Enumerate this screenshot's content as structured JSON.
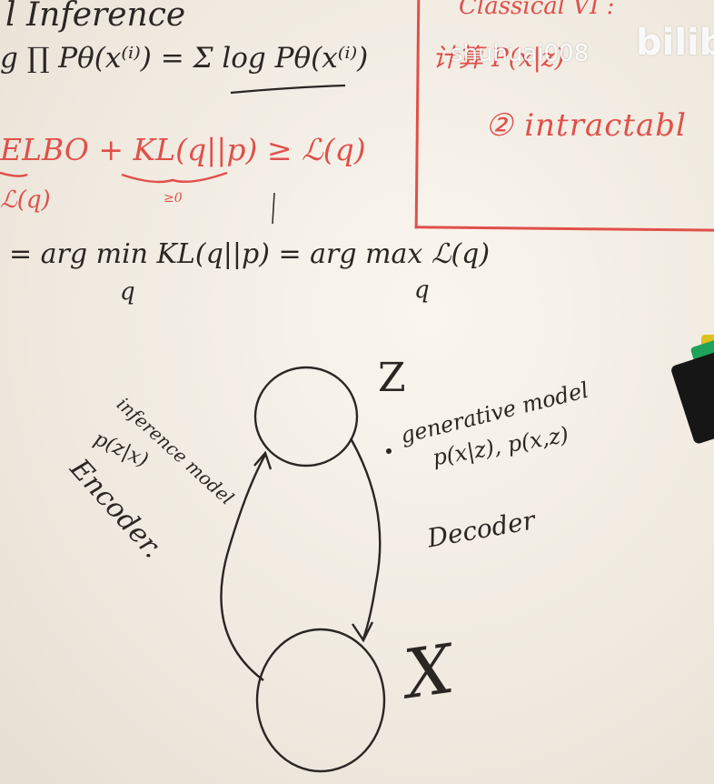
{
  "board": {
    "title_fragment": "l Inference",
    "likelihood_equation": "g ∏ Pθ(x⁽ⁱ⁾) = Σ log Pθ(x⁽ⁱ⁾)",
    "elbo_equation": "ELBO + KL(q||p) ≥ ℒ(q)",
    "lq_under": "ℒ(q)",
    "nonneg": "≥0",
    "argmin_equation": "= arg min KL(q||p) = arg max ℒ(q)",
    "argmin_sub": "q",
    "argmax_sub": "q"
  },
  "red_box": {
    "classical": "Classical VI :",
    "line2": "计算 P(x|z)",
    "intractable": "② intractabl"
  },
  "watermark": {
    "user": "shuhuai008",
    "logo": "bilib"
  },
  "diagram": {
    "z_label": "Z",
    "x_label": "X",
    "left_annotation": {
      "inference_model": "inference model",
      "posterior": "p(z|x)",
      "encoder": "Encoder."
    },
    "right_annotation": {
      "generative_model": "generative model",
      "distributions": "p(x|z), p(x,z)",
      "decoder": "Decoder"
    }
  },
  "colors": {
    "board": "#f3eee6",
    "ink": "#2a2623",
    "red_marker": "#e0504a"
  }
}
